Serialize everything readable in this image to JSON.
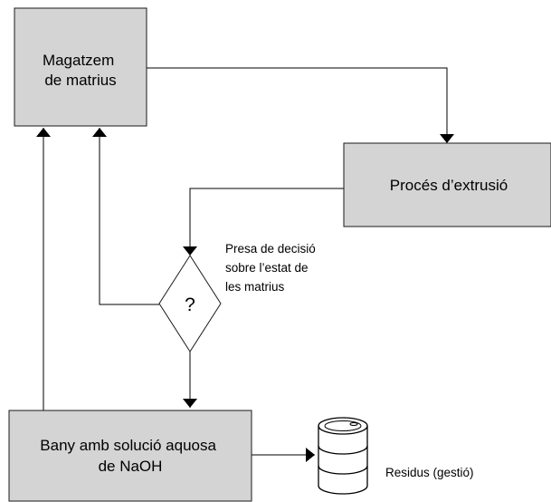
{
  "diagram": {
    "nodes": {
      "store": {
        "lines": [
          "Magatzem",
          "de matrius"
        ]
      },
      "extrusion": {
        "lines": [
          "Procés d’extrusió"
        ]
      },
      "decision": {
        "symbol": "?"
      },
      "bath": {
        "lines": [
          "Bany amb solució aquosa",
          "de NaOH"
        ]
      },
      "waste": {
        "lines": [
          "Residus (gestió)"
        ]
      }
    },
    "notes": {
      "decision_note": {
        "lines": [
          "Presa de decisió",
          "sobre l’estat de",
          "les matrius"
        ]
      }
    },
    "colors": {
      "box_fill": "#d4d4d4",
      "box_border": "#1a1a1a",
      "line": "#000000",
      "text": "#000000"
    }
  }
}
